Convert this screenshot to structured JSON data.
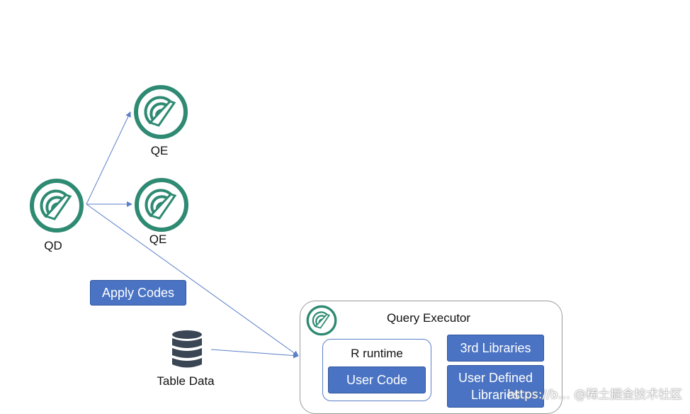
{
  "nodes": {
    "qd_label": "QD",
    "qe1_label": "QE",
    "qe2_label": "QE",
    "table_data_label": "Table Data"
  },
  "buttons": {
    "apply_codes": "Apply Codes",
    "user_code": "User Code",
    "third_libraries": "3rd Libraries",
    "user_defined_libraries": "User Defined Libraries"
  },
  "executor": {
    "title": "Query Executor",
    "runtime_title": "R runtime"
  },
  "watermark": "https://b… @稀土掘金技术社区",
  "colors": {
    "logo_green": "#2e8a72",
    "button_blue": "#4a73c3",
    "arrow_blue": "#5b7fc9"
  }
}
